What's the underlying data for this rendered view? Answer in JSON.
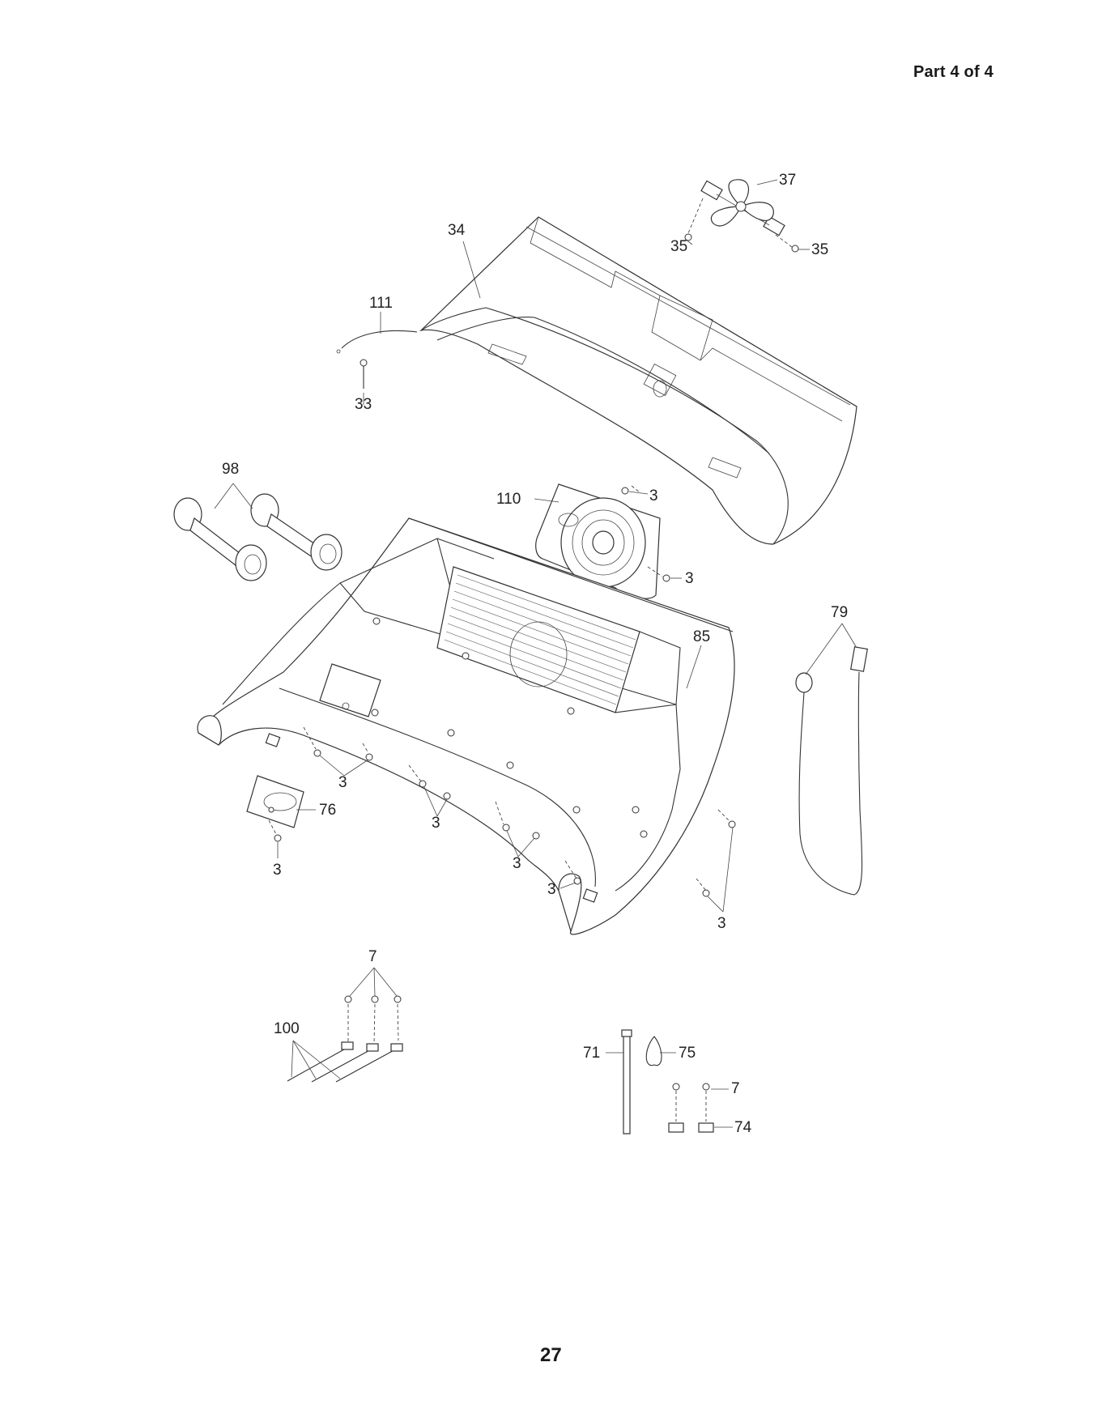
{
  "header": {
    "part_label": "Part 4 of 4"
  },
  "footer": {
    "page_number": "27"
  },
  "callouts": {
    "c3": "3",
    "c7": "7",
    "c33": "33",
    "c34": "34",
    "c35": "35",
    "c37": "37",
    "c71": "71",
    "c74": "74",
    "c75": "75",
    "c76": "76",
    "c79": "79",
    "c85": "85",
    "c98": "98",
    "c100": "100",
    "c110": "110",
    "c111": "111"
  }
}
